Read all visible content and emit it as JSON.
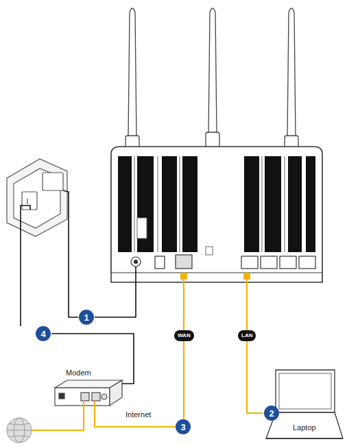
{
  "diagram": {
    "labels": [
      "1",
      "2",
      "3",
      "4",
      "WAN",
      "LAN",
      "Modem",
      "Internet",
      "Laptop"
    ]
  }
}
